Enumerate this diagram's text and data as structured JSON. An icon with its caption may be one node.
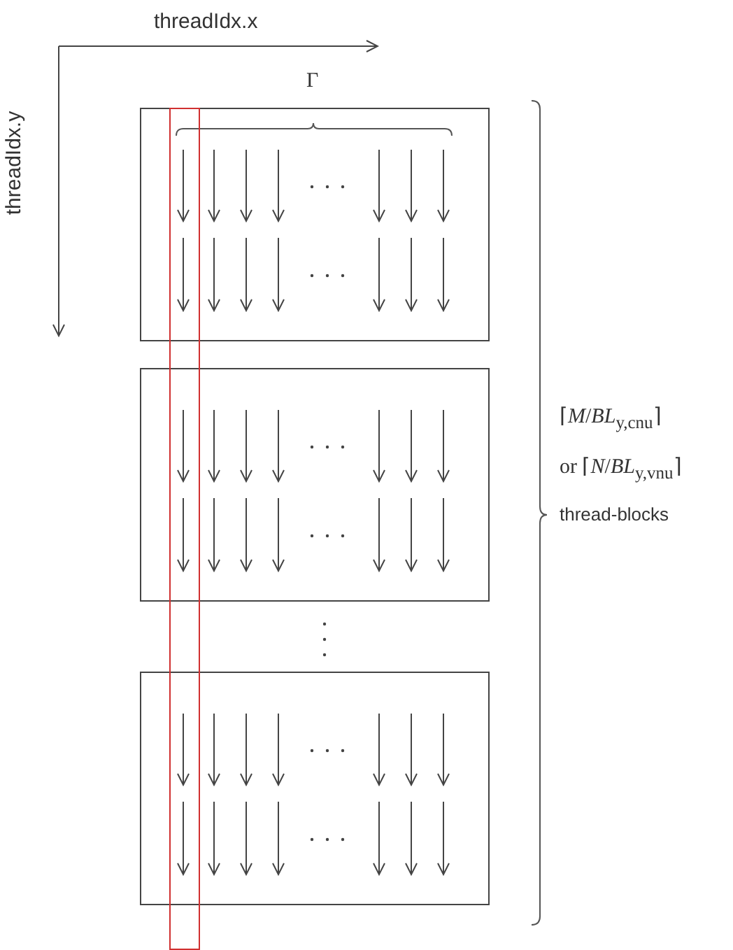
{
  "diagram": {
    "nodes": [
      {
        "text": [],
        "shape": "box"
      },
      {
        "text": [],
        "shape": "box"
      },
      {
        "text": [],
        "shape": "box"
      }
    ],
    "labels": [
      "threadIdx.x",
      "threadIdx.y",
      "Γ",
      "⌈*M*/*BL*$_{y,cnu}$⌉",
      "or ⌈*N*/*BL*$_{y,vnu}$⌉",
      "thread-blocks"
    ]
  }
}
